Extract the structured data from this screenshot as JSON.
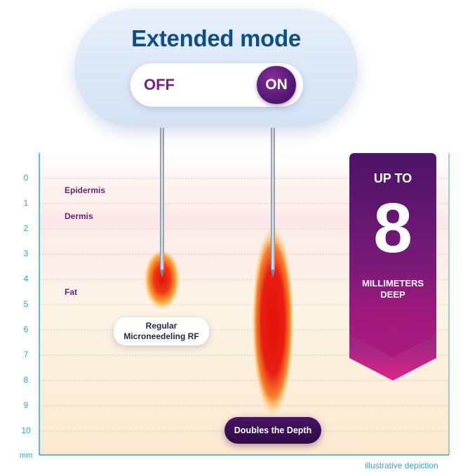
{
  "header": {
    "title": "Extended mode",
    "toggle": {
      "off_label": "OFF",
      "on_label": "ON",
      "state": "on"
    }
  },
  "depth_scale": {
    "unit": "mm",
    "ticks": [
      "0",
      "1",
      "2",
      "3",
      "4",
      "5",
      "6",
      "7",
      "8",
      "9",
      "10"
    ]
  },
  "skin_layers": [
    "Epidermis",
    "Dermis",
    "Fat"
  ],
  "needles": {
    "regular": {
      "label": "Regular Microneedeling RF",
      "depth_mm": 4
    },
    "extended": {
      "label": "Doubles the Depth",
      "depth_mm": 9.5
    }
  },
  "badge": {
    "line1": "UP TO",
    "number": "8",
    "line2": "MILLIMETERS",
    "line3": "DEEP"
  },
  "caption": "illustrative depiction",
  "colors": {
    "title_blue": "#0b4f8a",
    "accent_purple": "#5a1a78",
    "accent_magenta": "#c2187e",
    "axis_blue": "#2aa7d9",
    "heat_red": "#e3120b",
    "heat_yellow": "#ffd24a"
  }
}
